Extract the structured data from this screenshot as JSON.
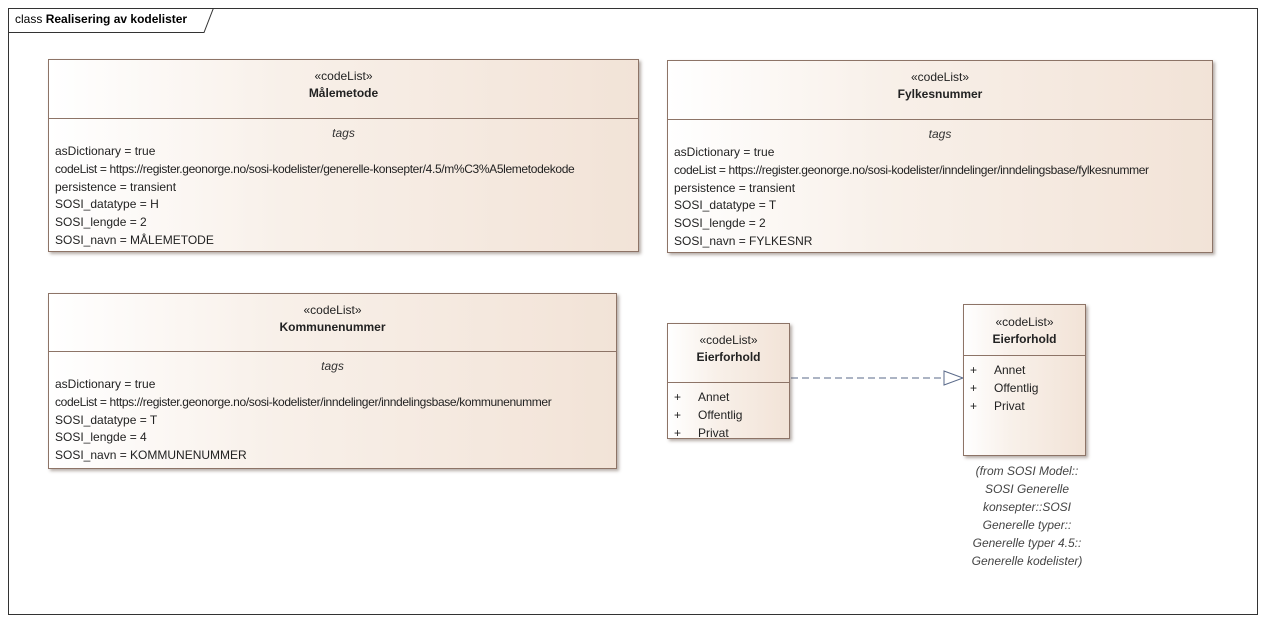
{
  "diagram": {
    "kind": "class",
    "title": "Realisering av kodelister"
  },
  "classes": {
    "malemetode": {
      "stereotype": "«codeList»",
      "name": "Målemetode",
      "tags_title": "tags",
      "tags": [
        "asDictionary = true",
        "codeList = https://register.geonorge.no/sosi-kodelister/generelle-konsepter/4.5/m%C3%A5lemetodekode",
        "persistence = transient",
        "SOSI_datatype = H",
        "SOSI_lengde = 2",
        "SOSI_navn = MÅLEMETODE"
      ]
    },
    "fylkesnummer": {
      "stereotype": "«codeList»",
      "name": "Fylkesnummer",
      "tags_title": "tags",
      "tags": [
        "asDictionary = true",
        "codeList = https://register.geonorge.no/sosi-kodelister/inndelinger/inndelingsbase/fylkesnummer",
        "persistence = transient",
        "SOSI_datatype = T",
        "SOSI_lengde = 2",
        "SOSI_navn = FYLKESNR"
      ]
    },
    "kommunenummer": {
      "stereotype": "«codeList»",
      "name": "Kommunenummer",
      "tags_title": "tags",
      "tags": [
        "asDictionary = true",
        "codeList = https://register.geonorge.no/sosi-kodelister/inndelinger/inndelingsbase/kommunenummer",
        "SOSI_datatype = T",
        "SOSI_lengde = 4",
        "SOSI_navn = KOMMUNENUMMER"
      ]
    },
    "eierforhold_local": {
      "stereotype": "«codeList»",
      "name": "Eierforhold",
      "literals": [
        {
          "visibility": "+",
          "name": "Annet"
        },
        {
          "visibility": "+",
          "name": "Offentlig"
        },
        {
          "visibility": "+",
          "name": "Privat"
        }
      ]
    },
    "eierforhold_sosi": {
      "stereotype": "«codeList»",
      "name": "Eierforhold",
      "literals": [
        {
          "visibility": "+",
          "name": "Annet"
        },
        {
          "visibility": "+",
          "name": "Offentlig"
        },
        {
          "visibility": "+",
          "name": "Privat"
        }
      ],
      "from_package": [
        "(from SOSI Model::",
        "SOSI Generelle",
        "konsepter::SOSI",
        "Generelle typer::",
        "Generelle typer 4.5::",
        "Generelle kodelister)"
      ]
    }
  },
  "relations": [
    {
      "type": "realization",
      "from": "Eierforhold",
      "to": "Eierforhold",
      "style": "dashed",
      "arrowhead": "hollow-triangle"
    }
  ],
  "colors": {
    "class_fill_start": "#ffffff",
    "class_fill_end": "#f2e3d7",
    "class_border": "#8d7467",
    "connector": "#5a6a8a"
  }
}
